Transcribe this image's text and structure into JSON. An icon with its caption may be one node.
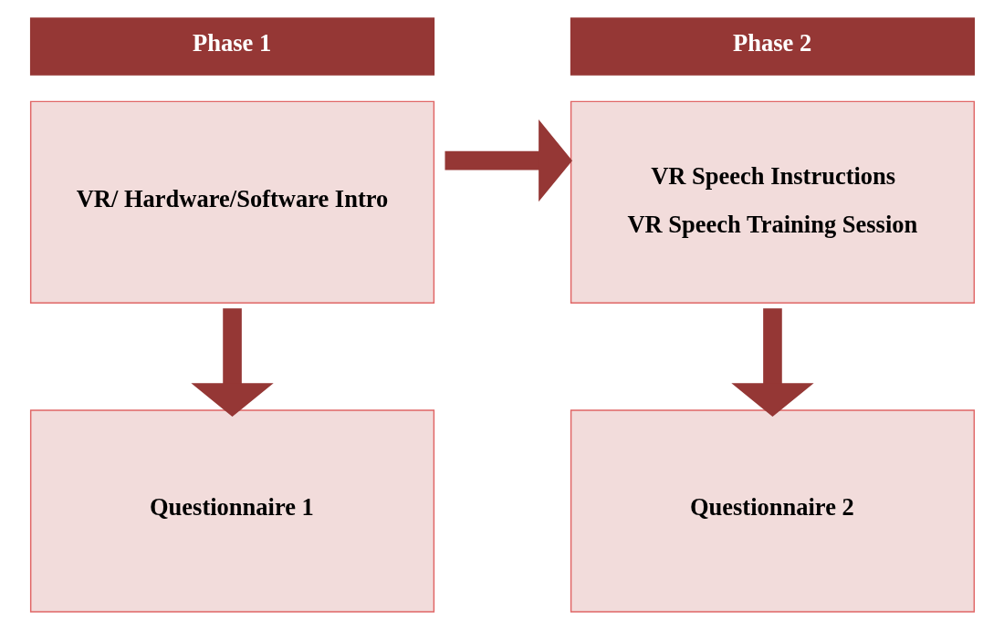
{
  "diagram": {
    "nodes": [
      {
        "text": [
          "Phase 1",
          "VR/ Hardware/Software Intro"
        ]
      },
      {
        "text": [
          "Questionnaire 1"
        ]
      },
      {
        "text": [
          "Phase 2",
          "VR Speech Instructions",
          "VR Speech Training Session"
        ]
      },
      {
        "text": [
          "Questionnaire 2"
        ]
      }
    ],
    "edges": [
      {
        "from": 0,
        "to": 2,
        "arrow": "to"
      },
      {
        "from": 0,
        "to": 1,
        "arrow": "to"
      },
      {
        "from": 2,
        "to": 3,
        "arrow": "to"
      }
    ]
  }
}
